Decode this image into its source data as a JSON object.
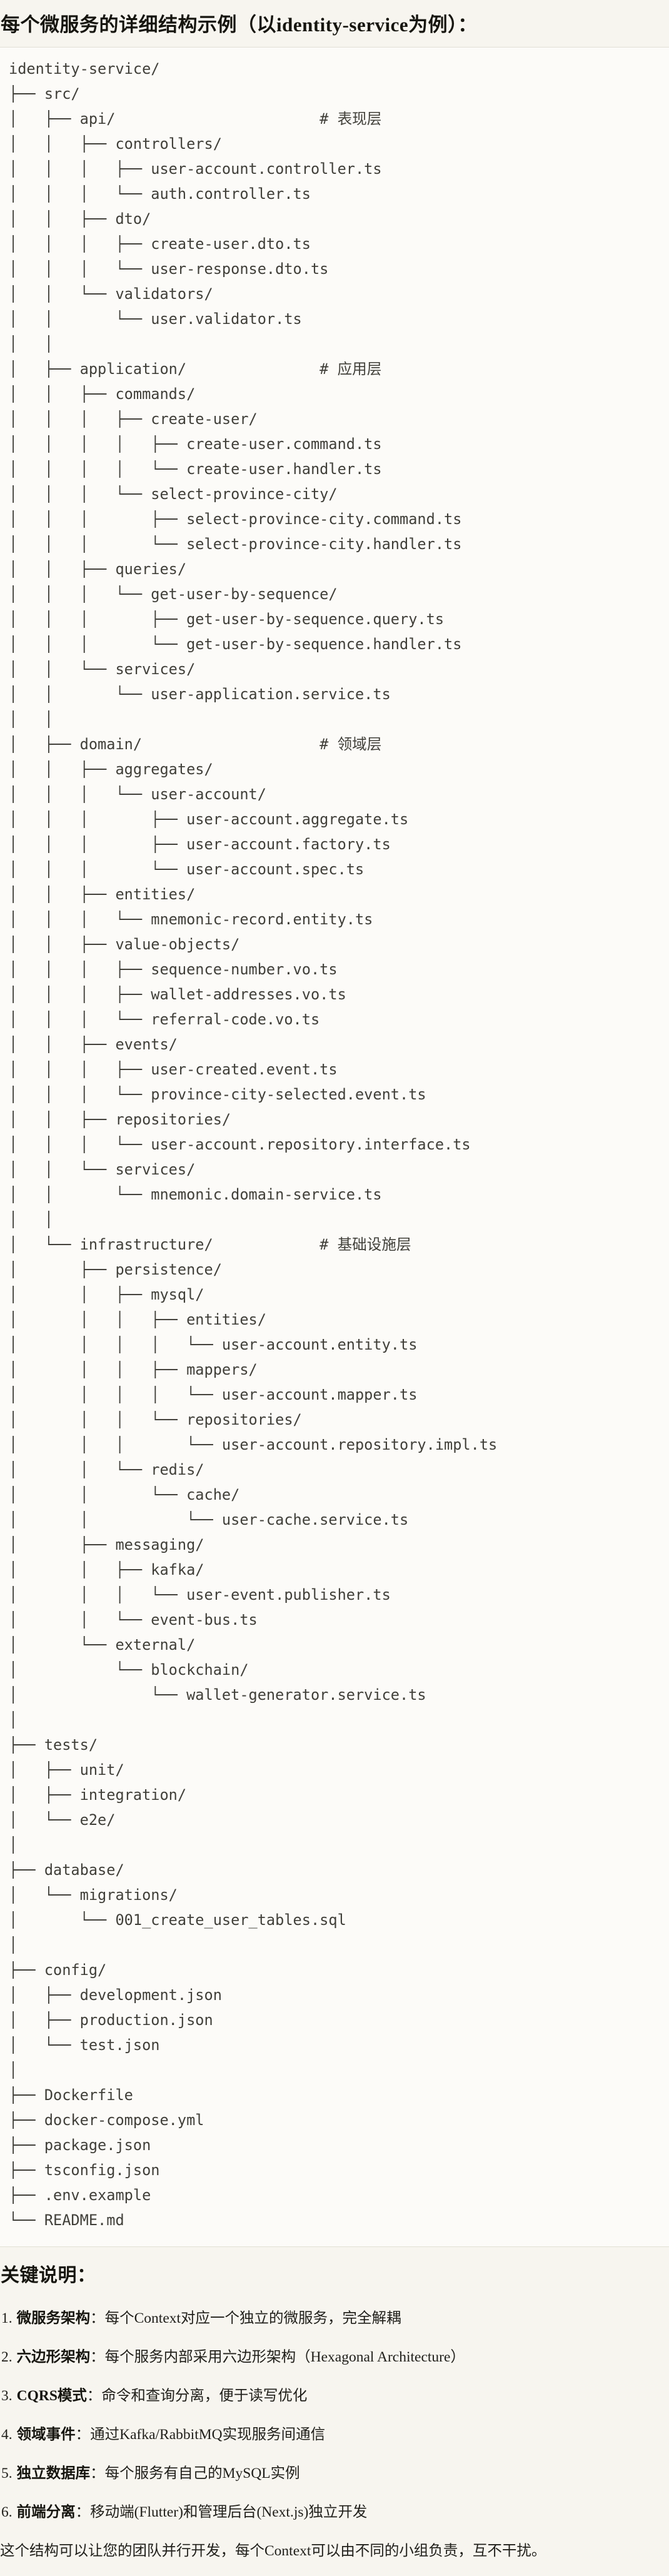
{
  "page": {
    "title": "每个微服务的详细结构示例（以identity-service为例）：",
    "notes_heading": "关键说明：",
    "closing": "这个结构可以让您的团队并行开发，每个Context可以由不同的小组负责，互不干扰。"
  },
  "file_tree": {
    "root": "identity-service/",
    "layer_comments": [
      "# 表现层",
      "# 应用层",
      "# 领域层",
      "# 基础设施层"
    ],
    "lines": [
      "identity-service/",
      "├── src/",
      "│   ├── api/                       # 表现层",
      "│   │   ├── controllers/",
      "│   │   │   ├── user-account.controller.ts",
      "│   │   │   └── auth.controller.ts",
      "│   │   ├── dto/",
      "│   │   │   ├── create-user.dto.ts",
      "│   │   │   └── user-response.dto.ts",
      "│   │   └── validators/",
      "│   │       └── user.validator.ts",
      "│   │",
      "│   ├── application/               # 应用层",
      "│   │   ├── commands/",
      "│   │   │   ├── create-user/",
      "│   │   │   │   ├── create-user.command.ts",
      "│   │   │   │   └── create-user.handler.ts",
      "│   │   │   └── select-province-city/",
      "│   │   │       ├── select-province-city.command.ts",
      "│   │   │       └── select-province-city.handler.ts",
      "│   │   ├── queries/",
      "│   │   │   └── get-user-by-sequence/",
      "│   │   │       ├── get-user-by-sequence.query.ts",
      "│   │   │       └── get-user-by-sequence.handler.ts",
      "│   │   └── services/",
      "│   │       └── user-application.service.ts",
      "│   │",
      "│   ├── domain/                    # 领域层",
      "│   │   ├── aggregates/",
      "│   │   │   └── user-account/",
      "│   │   │       ├── user-account.aggregate.ts",
      "│   │   │       ├── user-account.factory.ts",
      "│   │   │       └── user-account.spec.ts",
      "│   │   ├── entities/",
      "│   │   │   └── mnemonic-record.entity.ts",
      "│   │   ├── value-objects/",
      "│   │   │   ├── sequence-number.vo.ts",
      "│   │   │   ├── wallet-addresses.vo.ts",
      "│   │   │   └── referral-code.vo.ts",
      "│   │   ├── events/",
      "│   │   │   ├── user-created.event.ts",
      "│   │   │   └── province-city-selected.event.ts",
      "│   │   ├── repositories/",
      "│   │   │   └── user-account.repository.interface.ts",
      "│   │   └── services/",
      "│   │       └── mnemonic.domain-service.ts",
      "│   │",
      "│   └── infrastructure/            # 基础设施层",
      "│       ├── persistence/",
      "│       │   ├── mysql/",
      "│       │   │   ├── entities/",
      "│       │   │   │   └── user-account.entity.ts",
      "│       │   │   ├── mappers/",
      "│       │   │   │   └── user-account.mapper.ts",
      "│       │   │   └── repositories/",
      "│       │   │       └── user-account.repository.impl.ts",
      "│       │   └── redis/",
      "│       │       └── cache/",
      "│       │           └── user-cache.service.ts",
      "│       ├── messaging/",
      "│       │   ├── kafka/",
      "│       │   │   └── user-event.publisher.ts",
      "│       │   └── event-bus.ts",
      "│       └── external/",
      "│           └── blockchain/",
      "│               └── wallet-generator.service.ts",
      "│",
      "├── tests/",
      "│   ├── unit/",
      "│   ├── integration/",
      "│   └── e2e/",
      "│",
      "├── database/",
      "│   └── migrations/",
      "│       └── 001_create_user_tables.sql",
      "│",
      "├── config/",
      "│   ├── development.json",
      "│   ├── production.json",
      "│   └── test.json",
      "│",
      "├── Dockerfile",
      "├── docker-compose.yml",
      "├── package.json",
      "├── tsconfig.json",
      "├── .env.example",
      "└── README.md"
    ]
  },
  "notes": {
    "items": [
      {
        "num": "1.",
        "term": "微服务架构",
        "desc": "：每个Context对应一个独立的微服务，完全解耦"
      },
      {
        "num": "2.",
        "term": "六边形架构",
        "desc": "：每个服务内部采用六边形架构（Hexagonal Architecture）"
      },
      {
        "num": "3.",
        "term": "CQRS模式",
        "desc": "：命令和查询分离，便于读写优化"
      },
      {
        "num": "4.",
        "term": "领域事件",
        "desc": "：通过Kafka/RabbitMQ实现服务间通信"
      },
      {
        "num": "5.",
        "term": "独立数据库",
        "desc": "：每个服务有自己的MySQL实例"
      },
      {
        "num": "6.",
        "term": "前端分离",
        "desc": "：移动端(Flutter)和管理后台(Next.js)独立开发"
      }
    ]
  }
}
